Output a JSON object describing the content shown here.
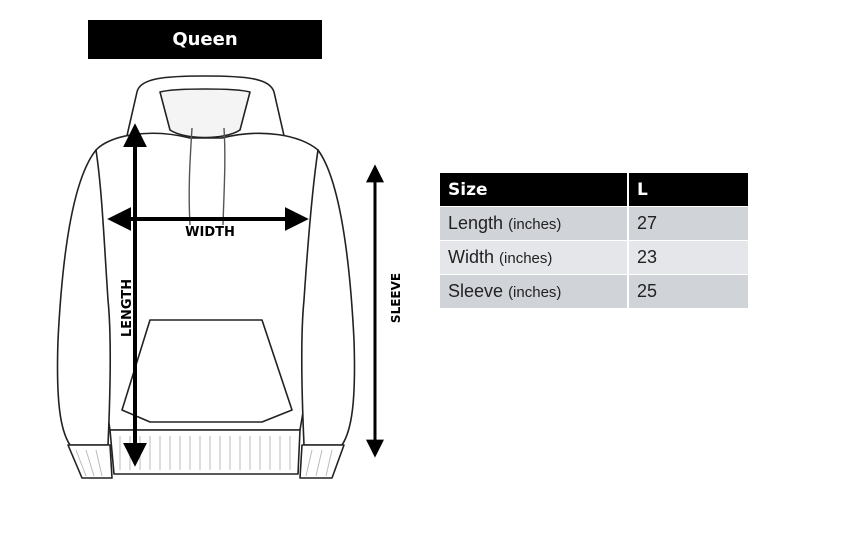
{
  "title": "Queen",
  "measure_labels": {
    "width": "WIDTH",
    "length": "LENGTH",
    "sleeve": "SLEEVE"
  },
  "table": {
    "headers": [
      "Size",
      "L"
    ],
    "rows": [
      {
        "label": "Length",
        "unit": "(inches)",
        "value": "27"
      },
      {
        "label": "Width",
        "unit": "(inches)",
        "value": "23"
      },
      {
        "label": "Sleeve",
        "unit": "(inches)",
        "value": "25"
      }
    ]
  },
  "colors": {
    "header_bg": "#000000",
    "row_dark": "#d0d3d8",
    "row_light": "#e4e6ea"
  }
}
